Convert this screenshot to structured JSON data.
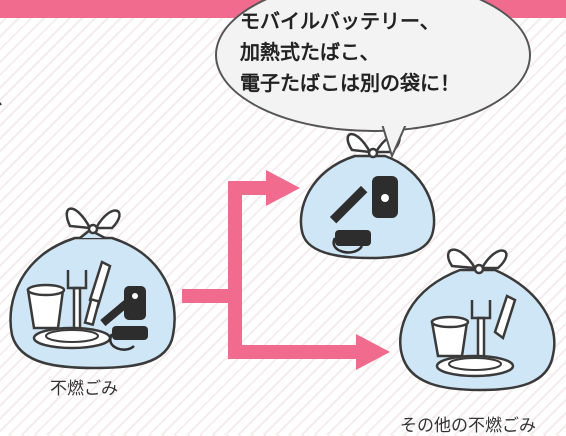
{
  "callout": {
    "lines": [
      "モバイルバッテリー、",
      "加熱式たばこ、",
      "電子たばこは別の袋に！"
    ]
  },
  "bags": {
    "source_label": "不燃ごみ",
    "other_label": "その他の不燃ごみ"
  },
  "colors": {
    "accent": "#f06b8e",
    "bag_fill": "#cfe6f6",
    "bag_outline": "#3a3a3a"
  },
  "icons": [
    "bag-icon",
    "battery-icon",
    "cigarette-icon",
    "fork-icon",
    "knife-icon",
    "cup-icon",
    "plate-icon",
    "arrow-right-icon"
  ]
}
